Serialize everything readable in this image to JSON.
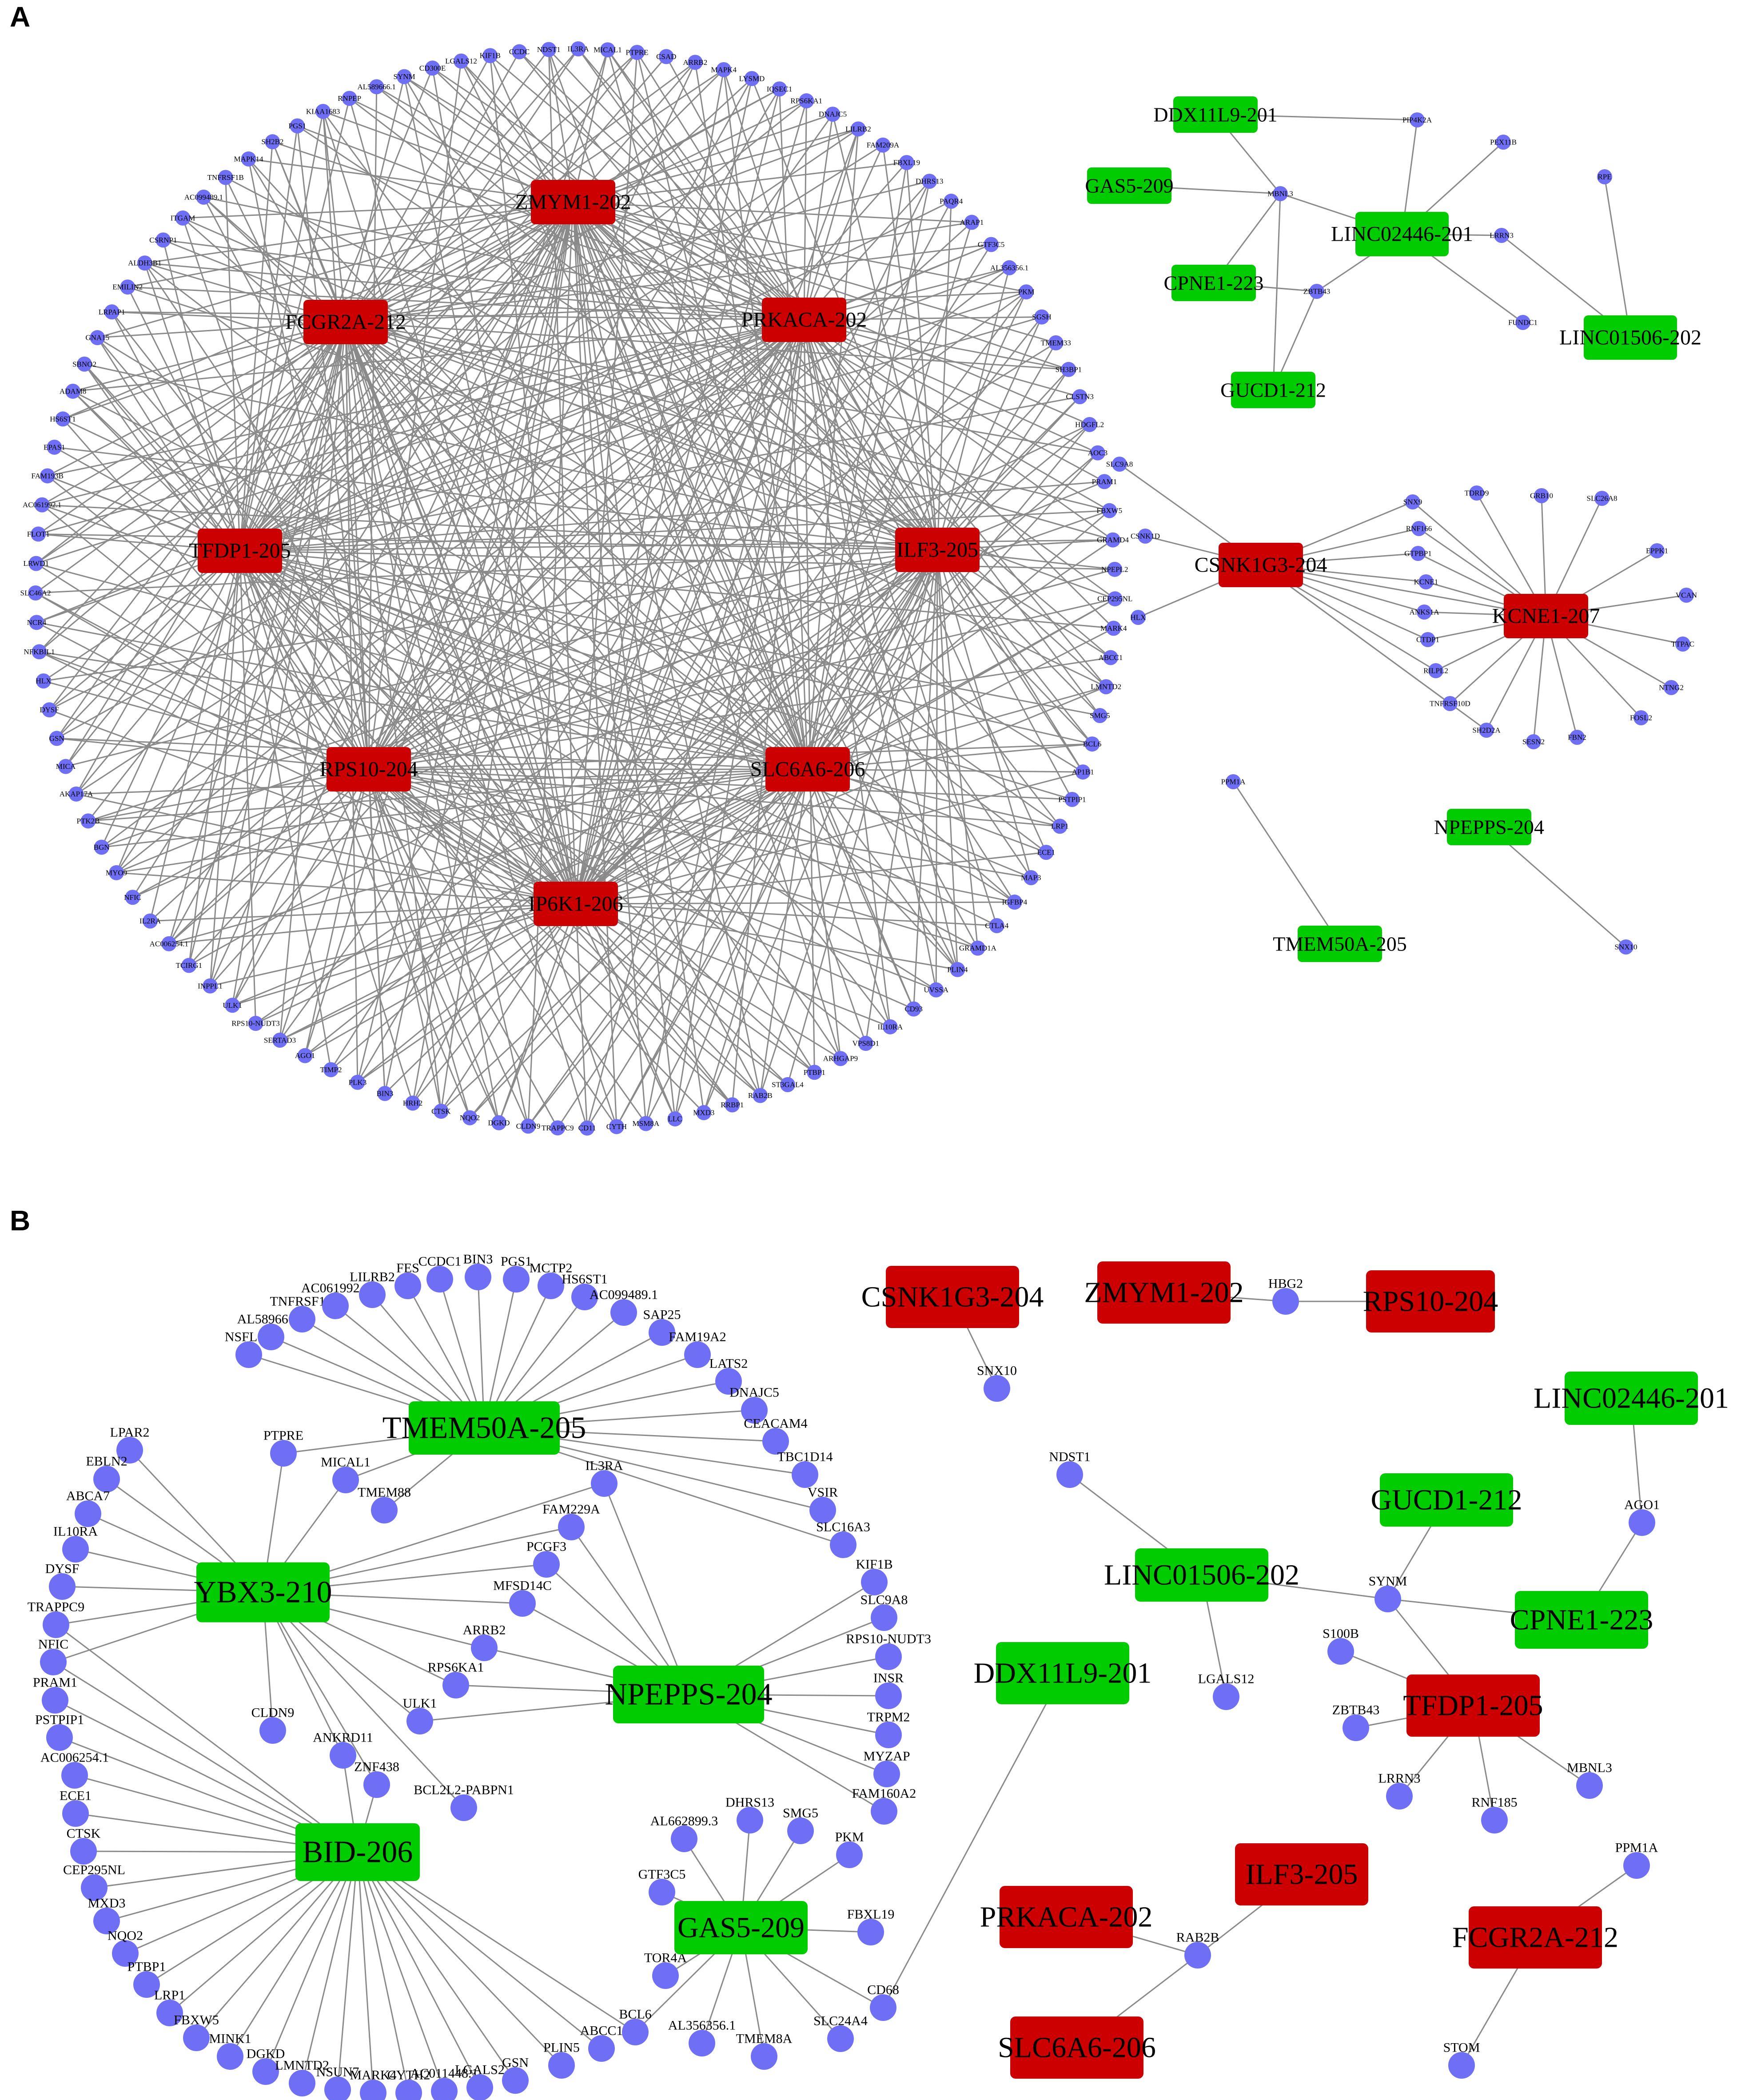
{
  "panels": {
    "a": {
      "letter": "A"
    },
    "b": {
      "letter": "B"
    }
  },
  "colors": {
    "up_hub": "#cc0000",
    "down_hub": "#00cc00",
    "target_node": "#6f6ff5",
    "edge": "#8a8a8a"
  },
  "panel_a": {
    "hubs": [
      {
        "id": "ZMYM1-202",
        "type": "up"
      },
      {
        "id": "FCGR2A-212",
        "type": "up"
      },
      {
        "id": "PRKACA-202",
        "type": "up"
      },
      {
        "id": "TFDP1-205",
        "type": "up"
      },
      {
        "id": "ILF3-205",
        "type": "up"
      },
      {
        "id": "RPS10-204",
        "type": "up"
      },
      {
        "id": "SLC6A6-206",
        "type": "up"
      },
      {
        "id": "IP6K1-206",
        "type": "up"
      },
      {
        "id": "DDX11L9-201",
        "type": "down"
      },
      {
        "id": "GAS5-209",
        "type": "down"
      },
      {
        "id": "LINC02446-201",
        "type": "down"
      },
      {
        "id": "CPNE1-223",
        "type": "down"
      },
      {
        "id": "LINC01506-202",
        "type": "down"
      },
      {
        "id": "GUCD1-212",
        "type": "down"
      },
      {
        "id": "CSNK1G3-204",
        "type": "up"
      },
      {
        "id": "KCNE1-207",
        "type": "up"
      },
      {
        "id": "NPEPPS-204",
        "type": "down"
      },
      {
        "id": "TMEM50A-205",
        "type": "down"
      }
    ],
    "ring_nodes": [
      "NDST1",
      "IL3RA",
      "MICAL1",
      "PTPRE",
      "CSAD",
      "ARRB2",
      "MAPK4",
      "LYSMD",
      "IQSEC1",
      "RPS6KA1",
      "DNAJC5",
      "LILRB2",
      "FAM209A",
      "FBXL19",
      "DHRS13",
      "PAQR4",
      "ARAP1",
      "GTF3C5",
      "AL356356.1",
      "PKM",
      "SGSH",
      "TMEM33",
      "SH3BP1",
      "CLSTN3",
      "HDGFL2",
      "AOC3",
      "PRAM1",
      "FBXW5",
      "GRAMD4",
      "NPEPL2",
      "CEP295NL",
      "MARK4",
      "ABCC1",
      "LMNTD2",
      "SMG5",
      "BCL6",
      "AP1B1",
      "PSTPIP1",
      "LRP1",
      "ECE1",
      "MAP3",
      "IGFBP4",
      "CTLA4",
      "GRAMD1A",
      "PLIN4",
      "UVSSA",
      "CD93",
      "IL10RA",
      "VPS8D1",
      "ARHGAP9",
      "PTBP1",
      "ST3GAL4",
      "RAB2B",
      "RRBP1",
      "MXD3",
      "LLC",
      "MSM8A",
      "CYTH",
      "CD11",
      "TRAPPC9",
      "CLDN9",
      "DGKD",
      "NQO2",
      "CTSK",
      "HRH2",
      "BIN3",
      "PLK3",
      "TIMP2",
      "AGO1",
      "SERTAD3",
      "RPS10-NUDT3",
      "ULK1",
      "INPPL1",
      "TCIRG1",
      "AC006254.1",
      "IL2RA",
      "NFIC",
      "MYO9",
      "BGN",
      "PTK2B",
      "AKAP17A",
      "MICA",
      "GSN",
      "DYSF",
      "HLX",
      "NFKBIL1",
      "NCR4",
      "SLC46A2",
      "LRWD1",
      "FLOT1",
      "AC061992.1",
      "FAM193B",
      "EPAS1",
      "HS6ST1",
      "ADAM8",
      "SBNO2",
      "GNA15",
      "LRPAP1",
      "EMILIN2",
      "ALDH3B1",
      "CSRNP1",
      "ITGAM",
      "AC099489.1",
      "TNFRSF1B",
      "MAPK14",
      "SH2B2",
      "PGS1",
      "KIAA1683",
      "RNPEP",
      "AL589666.1",
      "SYNM",
      "CD300E",
      "LGALS12",
      "KIF1B",
      "CCDC"
    ],
    "side_nodes": [
      "PIP4K2A",
      "PEX11B",
      "RPE",
      "MBNL3",
      "LRRN3",
      "ZBTB43",
      "FUNDC1",
      "SLC9A8",
      "CSNK1D",
      "HLX",
      "SNX9",
      "TDRD9",
      "GRB10",
      "SLC26A8",
      "RNF166",
      "EPPK1",
      "GTPBP1",
      "VCAN",
      "KCNE1",
      "TTPAC",
      "ANKS1A",
      "CTDP1",
      "RILPL2",
      "NTNG2",
      "TNFRSF10D",
      "SH2D2A",
      "SESN2",
      "FBN2",
      "FOSL2",
      "PPM1A",
      "SNX10"
    ]
  },
  "panel_b": {
    "hubs": [
      {
        "id": "TMEM50A-205",
        "type": "down"
      },
      {
        "id": "YBX3-210",
        "type": "down"
      },
      {
        "id": "NPEPPS-204",
        "type": "down"
      },
      {
        "id": "BID-206",
        "type": "down"
      },
      {
        "id": "GAS5-209",
        "type": "down"
      },
      {
        "id": "CSNK1G3-204",
        "type": "up"
      },
      {
        "id": "ZMYM1-202",
        "type": "up"
      },
      {
        "id": "RPS10-204",
        "type": "up"
      },
      {
        "id": "LINC02446-201",
        "type": "down"
      },
      {
        "id": "GUCD1-212",
        "type": "down"
      },
      {
        "id": "LINC01506-202",
        "type": "down"
      },
      {
        "id": "CPNE1-223",
        "type": "down"
      },
      {
        "id": "DDX11L9-201",
        "type": "down"
      },
      {
        "id": "TFDP1-205",
        "type": "up"
      },
      {
        "id": "PRKACA-202",
        "type": "up"
      },
      {
        "id": "ILF3-205",
        "type": "up"
      },
      {
        "id": "FCGR2A-212",
        "type": "up"
      },
      {
        "id": "SLC6A6-206",
        "type": "up"
      }
    ],
    "nodes": [
      "NSFL1C",
      "AL589666.1",
      "TNFRSF1B",
      "AC061992.1",
      "LILRB2",
      "FES",
      "CCDC1",
      "BIN3",
      "PGS1",
      "MCTP2",
      "HS6ST1",
      "AC099489.1",
      "SAP25",
      "FAM19A2",
      "LATS2",
      "DNAJC5",
      "CEACAM4",
      "TBC1D14",
      "VSIR",
      "SLC16A3",
      "LPAR2",
      "EBLN2",
      "ABCA7",
      "IL10RA",
      "DYSF",
      "TRAPPC9",
      "NFIC",
      "PRAM1",
      "PSTPIP1",
      "AC006254.1",
      "ECE1",
      "CTSK",
      "CEP295NL",
      "MXD3",
      "NQO2",
      "PTBP1",
      "LRP1",
      "FBXW5",
      "MINK1",
      "DGKD",
      "LMNTD2",
      "NSUN7",
      "MARK4",
      "CYTH2",
      "AC011448.1",
      "LGALS2",
      "GSN",
      "PLIN5",
      "ABCC1",
      "BCL6",
      "PTPRE",
      "MICAL1",
      "TMEM88",
      "IL3RA",
      "FAM229A",
      "PCGF3",
      "MFSD14C",
      "ARRB2",
      "RPS6KA1",
      "ULK1",
      "CLDN9",
      "ANKRD11",
      "ZNF438",
      "BCL2L2-PABPN1",
      "KIF1B",
      "SLC9A8",
      "RPS10-NUDT3",
      "INSR",
      "TRPM2",
      "MYZAP",
      "FAM160A2",
      "AL662899.3",
      "DHRS13",
      "SMG5",
      "PKM",
      "GTF3C5",
      "FBXL19",
      "TOR4A",
      "CD68",
      "SLC24A4",
      "TMEM8A",
      "AL356356.1",
      "SNX10",
      "HBG2",
      "NDST1",
      "LGALS12",
      "SYNM",
      "AGO1",
      "S100B",
      "ZBTB43",
      "LRRN3",
      "RNF185",
      "MBNL3",
      "RAB2B",
      "PPM1A",
      "STOM"
    ]
  }
}
